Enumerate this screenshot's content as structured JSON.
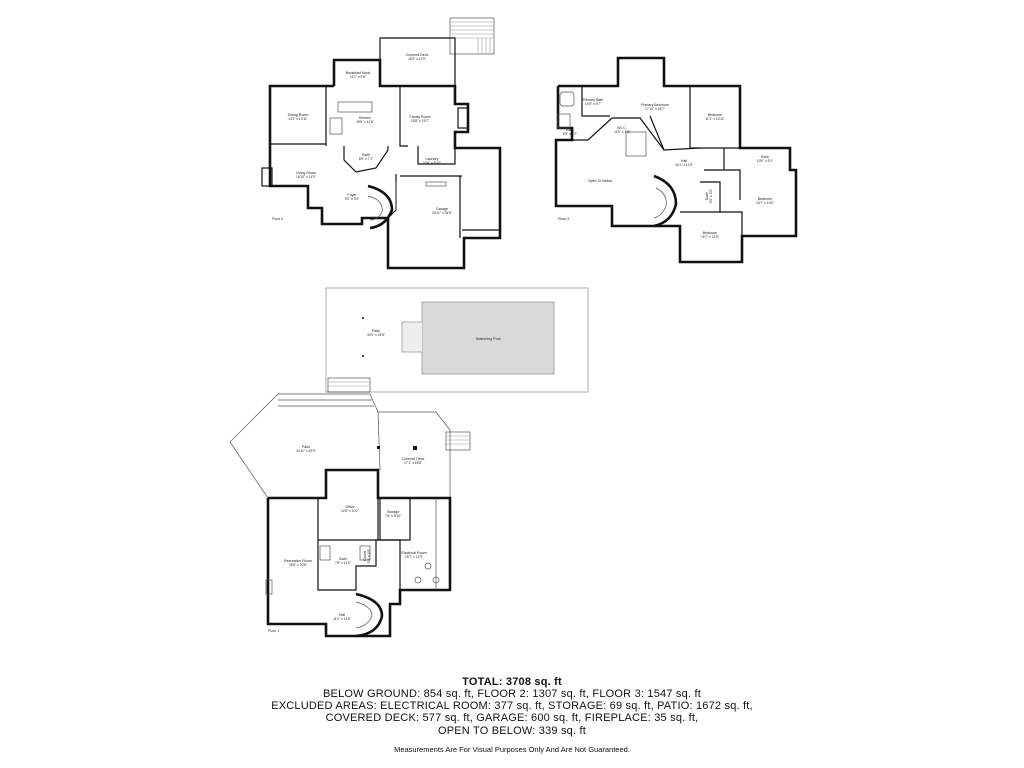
{
  "floor2": {
    "label": "Floor 2",
    "rooms": {
      "covered_deck": {
        "name": "Covered Deck",
        "dims": "16'3\" x 11'9\""
      },
      "breakfast_nook": {
        "name": "Breakfast Nook",
        "dims": "11'1\" x 9'6\""
      },
      "dining_room": {
        "name": "Dining Room",
        "dims": "13'2\" x 14'11\""
      },
      "kitchen": {
        "name": "Kitchen",
        "dims": "19'8\" x 11'6\""
      },
      "family_room": {
        "name": "Family Room",
        "dims": "15'8\" x 15'7\""
      },
      "bath": {
        "name": "Bath",
        "dims": "5'5\" x 7'1\""
      },
      "laundry": {
        "name": "Laundry",
        "dims": "10'4\" x 5'10\""
      },
      "living_room": {
        "name": "Living Room",
        "dims": "16'10\" x 14'0\""
      },
      "foyer": {
        "name": "Foyer",
        "dims": "9'2\" x 9'0\""
      },
      "garage": {
        "name": "Garage",
        "dims": "26'11\" x 26'8\""
      }
    }
  },
  "floor3": {
    "label": "Floor 3",
    "rooms": {
      "primary_bath": {
        "name": "Primary Bath",
        "dims": "14'9\" x 9'7\""
      },
      "primary_bedroom": {
        "name": "Primary Bedroom",
        "dims": "17'10\" x 15'7\""
      },
      "bedroom_1": {
        "name": "Bedroom",
        "dims": "11'1\" x 13'11\""
      },
      "bath_1": {
        "name": "Bath",
        "dims": "5'5\" x 6'2\""
      },
      "wic": {
        "name": "W.I.C.",
        "dims": "11'6\" x 7'8\""
      },
      "hall": {
        "name": "Hall",
        "dims": "34'1\" x 11'9\""
      },
      "bath_2": {
        "name": "Bath",
        "dims": "10'0\" x 5'1\""
      },
      "open_to_below": {
        "name": "Open To Below",
        "dims": ""
      },
      "bath_3": {
        "name": "Bath",
        "dims": "9'9\" x 5'5\""
      },
      "bedroom_2": {
        "name": "Bedroom",
        "dims": "13'7\" x 13'0\""
      },
      "bedroom_3": {
        "name": "Bedroom",
        "dims": "15'7\" x 12'0\""
      }
    }
  },
  "exterior": {
    "patio": {
      "name": "Patio",
      "dims": "43'0\" x 24'8\""
    },
    "swimming_pool": {
      "name": "Swimming Pool",
      "dims": ""
    }
  },
  "floor1": {
    "label": "Floor 1",
    "rooms": {
      "patio": {
        "name": "Patio",
        "dims": "44'11\" x 20'9\""
      },
      "covered_deck": {
        "name": "Covered Deck",
        "dims": "17'1\" x 18'8\""
      },
      "office": {
        "name": "Office",
        "dims": "12'8\" x 10'2\""
      },
      "storage": {
        "name": "Storage",
        "dims": "7'6\" x 9'10\""
      },
      "recreation_room": {
        "name": "Recreation Room",
        "dims": "18'5\" x 20'8\""
      },
      "bath": {
        "name": "Bath",
        "dims": "7'8\" x 11'0\""
      },
      "closet": {
        "name": "Closet",
        "dims": "5'9\" x 4'0\""
      },
      "electrical_room": {
        "name": "Electrical Room",
        "dims": "18'7\" x 21'9\""
      },
      "hall": {
        "name": "Hall",
        "dims": "11'2\" x 11'8\""
      }
    }
  },
  "summary": {
    "total": "TOTAL: 3708 sq. ft",
    "lines": [
      "BELOW GROUND: 854 sq. ft, FLOOR 2: 1307 sq. ft, FLOOR 3: 1547 sq. ft",
      "EXCLUDED AREAS: ELECTRICAL ROOM: 377 sq. ft, STORAGE: 69 sq. ft, PATIO: 1672 sq. ft,",
      "COVERED DECK: 577 sq. ft, GARAGE: 600 sq. ft, FIREPLACE: 35 sq. ft,",
      "OPEN TO BELOW: 339 sq. ft"
    ],
    "disclaimer": "Measurements Are For Visual Purposes Only And Are Not Guaranteed."
  }
}
